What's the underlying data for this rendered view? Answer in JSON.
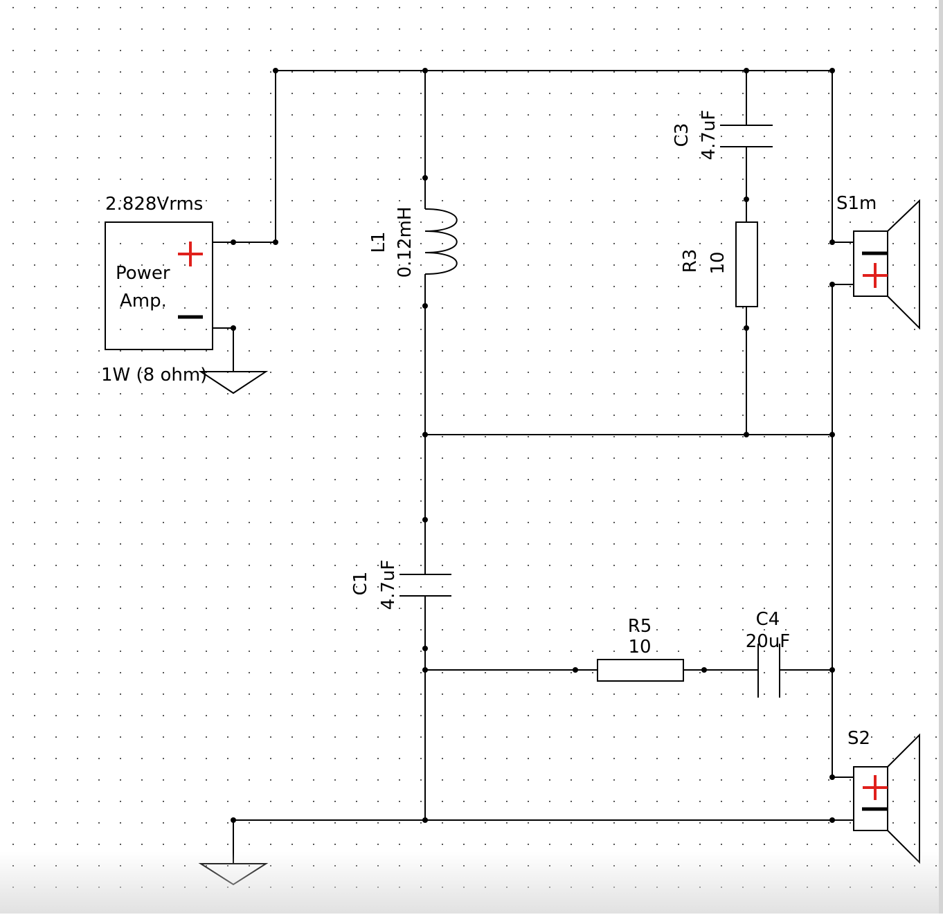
{
  "colors": {
    "wire": "#000000",
    "polarity": "#e0201c",
    "grid_dot": "#555555",
    "background": "#ffffff"
  },
  "amplifier": {
    "voltage": "2.828Vrms",
    "name_line1": "Power",
    "name_line2": "Amp.",
    "power": "1W (8 ohm)"
  },
  "components": {
    "L1": {
      "ref": "L1",
      "value": "0.12mH"
    },
    "C3": {
      "ref": "C3",
      "value": "4.7uF"
    },
    "R3": {
      "ref": "R3",
      "value": "10"
    },
    "C1": {
      "ref": "C1",
      "value": "4.7uF"
    },
    "R5": {
      "ref": "R5",
      "value": "10"
    },
    "C4": {
      "ref": "C4",
      "value": "20uF"
    }
  },
  "speakers": {
    "S1": {
      "ref": "S1m"
    },
    "S2": {
      "ref": "S2"
    }
  }
}
